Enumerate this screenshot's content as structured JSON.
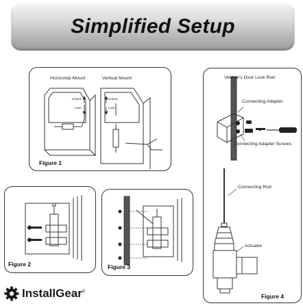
{
  "header": {
    "title": "Simplified Setup"
  },
  "figure1": {
    "caption": "Figure 1",
    "horizontal_label": "Horizontal Mount",
    "vertical_label": "Vertical Mount",
    "unlock_label": "Unlock",
    "lock_label": "Lock"
  },
  "figure2": {
    "caption": "Figure 2"
  },
  "figure3": {
    "caption": "Figure 3"
  },
  "figure4": {
    "caption": "Figure 4",
    "door_lock_rod": "Vehicle's Door Lock Rod",
    "connecting_adapter": "Connecting Adapter",
    "adapter_screws": "Connecting Adapter Screws",
    "connecting_rod": "Connecting Rod",
    "actuator": "Actuator"
  },
  "brand": {
    "name": "InstallGear",
    "reg": "®"
  },
  "colors": {
    "banner_text": "#111111",
    "line": "#333333"
  }
}
